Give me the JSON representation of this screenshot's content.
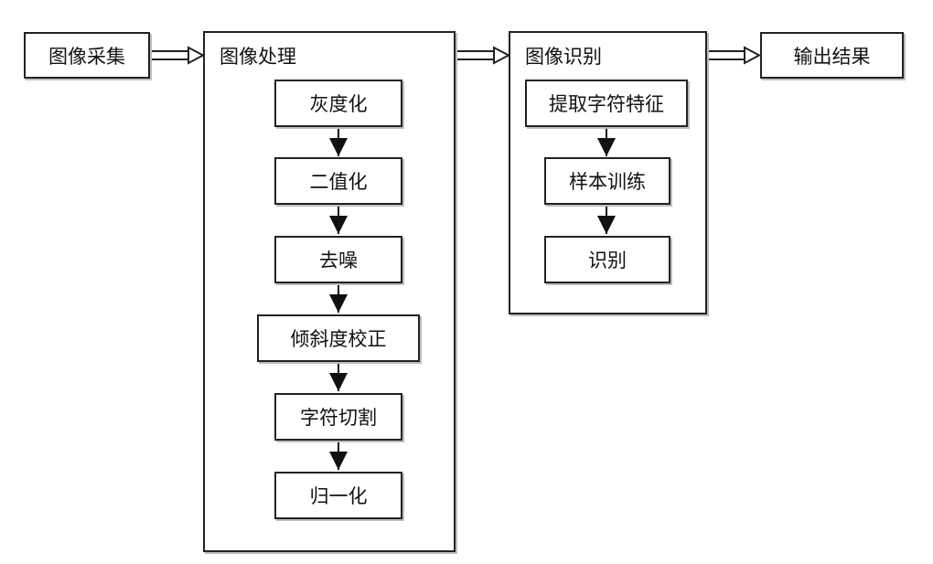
{
  "pipeline": {
    "acquisition": "图像采集",
    "processing": {
      "title": "图像处理",
      "steps": [
        "灰度化",
        "二值化",
        "去噪",
        "倾斜度校正",
        "字符切割",
        "归一化"
      ]
    },
    "recognition": {
      "title": "图像识别",
      "steps": [
        "提取字符特征",
        "样本训练",
        "识别"
      ]
    },
    "output": "输出结果"
  }
}
